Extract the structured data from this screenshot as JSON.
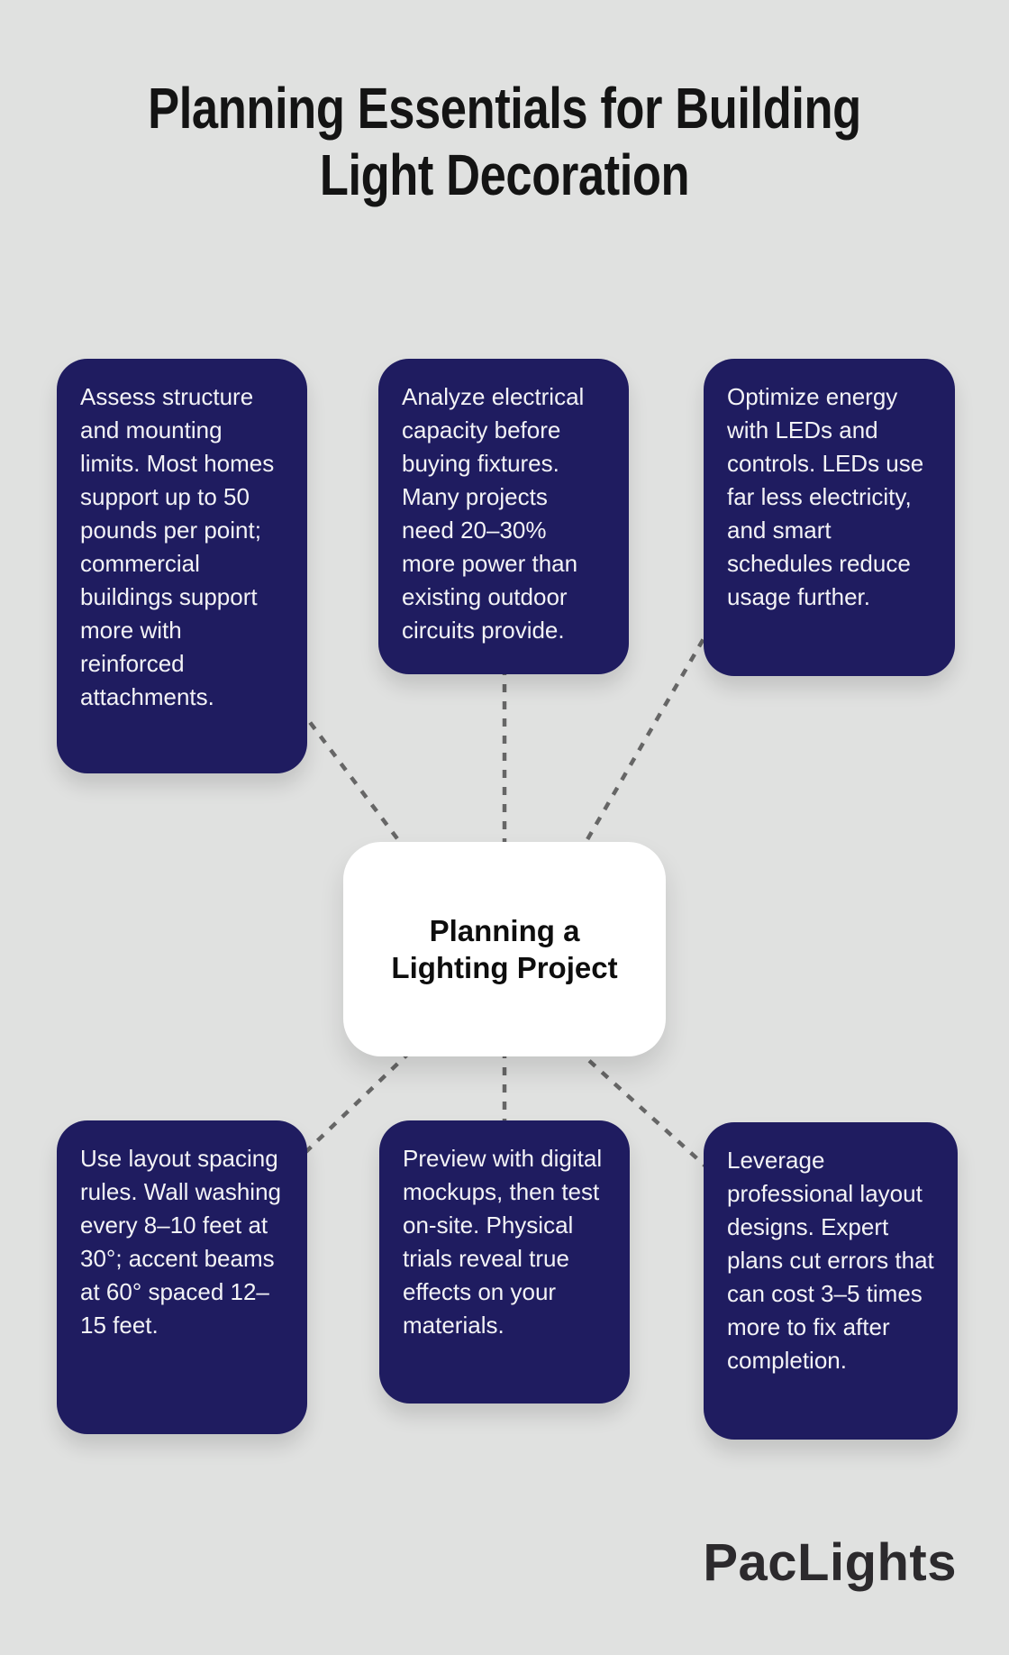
{
  "title": "Planning Essentials for Building Light Decoration",
  "center_node": {
    "label": "Planning a Lighting Project"
  },
  "cards": {
    "top_left": "Assess structure and mounting limits. Most homes support up to 50 pounds per point; commercial buildings support more with reinforced attachments.",
    "top_middle": "Analyze electrical capacity before buying fixtures. Many projects need 20–30% more power than existing outdoor circuits provide.",
    "top_right": "Optimize energy with LEDs and controls. LEDs use far less electricity, and smart schedules reduce usage further.",
    "bottom_left": "Use layout spacing rules. Wall washing every 8–10 feet at 30°; accent beams at 60° spaced 12–15 feet.",
    "bottom_middle": "Preview with digital mockups, then test on-site. Physical trials reveal true effects on your materials.",
    "bottom_right": "Leverage professional layout designs. Expert plans cut errors that can cost 3–5 times more to fix after completion."
  },
  "footer": {
    "brand": "PacLights"
  },
  "colors": {
    "background": "#e0e1e0",
    "card_background": "#1f1c60",
    "card_text": "#f3f3f6",
    "center_background": "#ffffff",
    "center_text": "#0e0e0e",
    "connector": "#666666",
    "title_text": "#141414",
    "brand_text": "#2c2a2d"
  }
}
